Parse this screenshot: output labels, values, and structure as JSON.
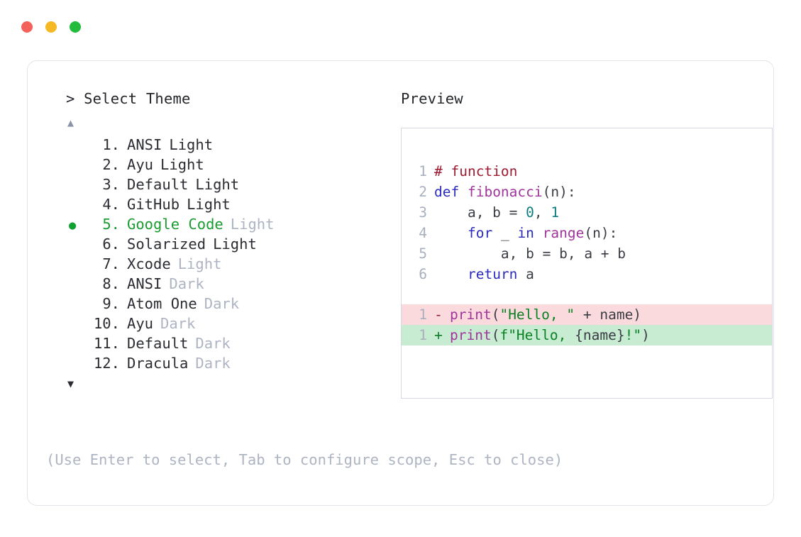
{
  "window": {
    "controls": [
      {
        "name": "close",
        "color": "#f4605a"
      },
      {
        "name": "minimize",
        "color": "#f5b925"
      },
      {
        "name": "maximize",
        "color": "#22bb3c"
      }
    ]
  },
  "prompt": {
    "header": "> Select Theme",
    "scroll_up": "▲",
    "scroll_down": "▼",
    "bullet": "●",
    "hint": "(Use Enter to select, Tab to configure scope, Esc to close)"
  },
  "themes": [
    {
      "num": "1.",
      "name": "ANSI",
      "variant": "Light",
      "variant_muted": false,
      "selected": false
    },
    {
      "num": "2.",
      "name": "Ayu",
      "variant": "Light",
      "variant_muted": false,
      "selected": false
    },
    {
      "num": "3.",
      "name": "Default",
      "variant": "Light",
      "variant_muted": false,
      "selected": false
    },
    {
      "num": "4.",
      "name": "GitHub",
      "variant": "Light",
      "variant_muted": false,
      "selected": false
    },
    {
      "num": "5.",
      "name": "Google Code",
      "variant": "Light",
      "variant_muted": true,
      "selected": true
    },
    {
      "num": "6.",
      "name": "Solarized",
      "variant": "Light",
      "variant_muted": false,
      "selected": false
    },
    {
      "num": "7.",
      "name": "Xcode",
      "variant": "Light",
      "variant_muted": true,
      "selected": false
    },
    {
      "num": "8.",
      "name": "ANSI",
      "variant": "Dark",
      "variant_muted": true,
      "selected": false
    },
    {
      "num": "9.",
      "name": "Atom One",
      "variant": "Dark",
      "variant_muted": true,
      "selected": false
    },
    {
      "num": "10.",
      "name": "Ayu",
      "variant": "Dark",
      "variant_muted": true,
      "selected": false
    },
    {
      "num": "11.",
      "name": "Default",
      "variant": "Dark",
      "variant_muted": true,
      "selected": false
    },
    {
      "num": "12.",
      "name": "Dracula",
      "variant": "Dark",
      "variant_muted": true,
      "selected": false
    }
  ],
  "preview": {
    "header": "Preview",
    "code_lines": [
      {
        "ln": "1",
        "tokens": [
          {
            "t": "# function",
            "c": "t-com"
          }
        ]
      },
      {
        "ln": "2",
        "tokens": [
          {
            "t": "def ",
            "c": "t-kw"
          },
          {
            "t": "fibonacci",
            "c": "t-fn"
          },
          {
            "t": "(n):",
            "c": "t-pun"
          }
        ]
      },
      {
        "ln": "3",
        "tokens": [
          {
            "t": "    a, b = ",
            "c": "t-pla"
          },
          {
            "t": "0",
            "c": "t-num"
          },
          {
            "t": ", ",
            "c": "t-pla"
          },
          {
            "t": "1",
            "c": "t-num"
          }
        ]
      },
      {
        "ln": "4",
        "tokens": [
          {
            "t": "    ",
            "c": "t-pla"
          },
          {
            "t": "for",
            "c": "t-kw"
          },
          {
            "t": " _ ",
            "c": "t-pla"
          },
          {
            "t": "in",
            "c": "t-kw"
          },
          {
            "t": " ",
            "c": "t-pla"
          },
          {
            "t": "range",
            "c": "t-fn"
          },
          {
            "t": "(n):",
            "c": "t-pun"
          }
        ]
      },
      {
        "ln": "5",
        "tokens": [
          {
            "t": "        a, b = b, a + b",
            "c": "t-pla"
          }
        ]
      },
      {
        "ln": "6",
        "tokens": [
          {
            "t": "    ",
            "c": "t-pla"
          },
          {
            "t": "return",
            "c": "t-kw"
          },
          {
            "t": " a",
            "c": "t-pla"
          }
        ]
      }
    ],
    "diff_lines": [
      {
        "ln": "1",
        "sign": "-",
        "kind": "del",
        "tokens": [
          {
            "t": "print",
            "c": "t-fn"
          },
          {
            "t": "(",
            "c": "t-pun"
          },
          {
            "t": "\"Hello, \"",
            "c": "t-str"
          },
          {
            "t": " + name)",
            "c": "t-pla"
          }
        ]
      },
      {
        "ln": "1",
        "sign": "+",
        "kind": "add",
        "tokens": [
          {
            "t": "print",
            "c": "t-fn"
          },
          {
            "t": "(",
            "c": "t-pun"
          },
          {
            "t": "f\"Hello, ",
            "c": "t-str"
          },
          {
            "t": "{name}",
            "c": "t-pla"
          },
          {
            "t": "!\"",
            "c": "t-str"
          },
          {
            "t": ")",
            "c": "t-pun"
          }
        ]
      }
    ]
  },
  "colors": {
    "accent_green": "#1a9c30",
    "muted": "#aeb4c2",
    "text": "#2b2d33",
    "card_border": "#e2e4ea",
    "code_border": "#d3d8e2",
    "diff_del_bg": "#fadadd",
    "diff_add_bg": "#c8ecd2"
  }
}
